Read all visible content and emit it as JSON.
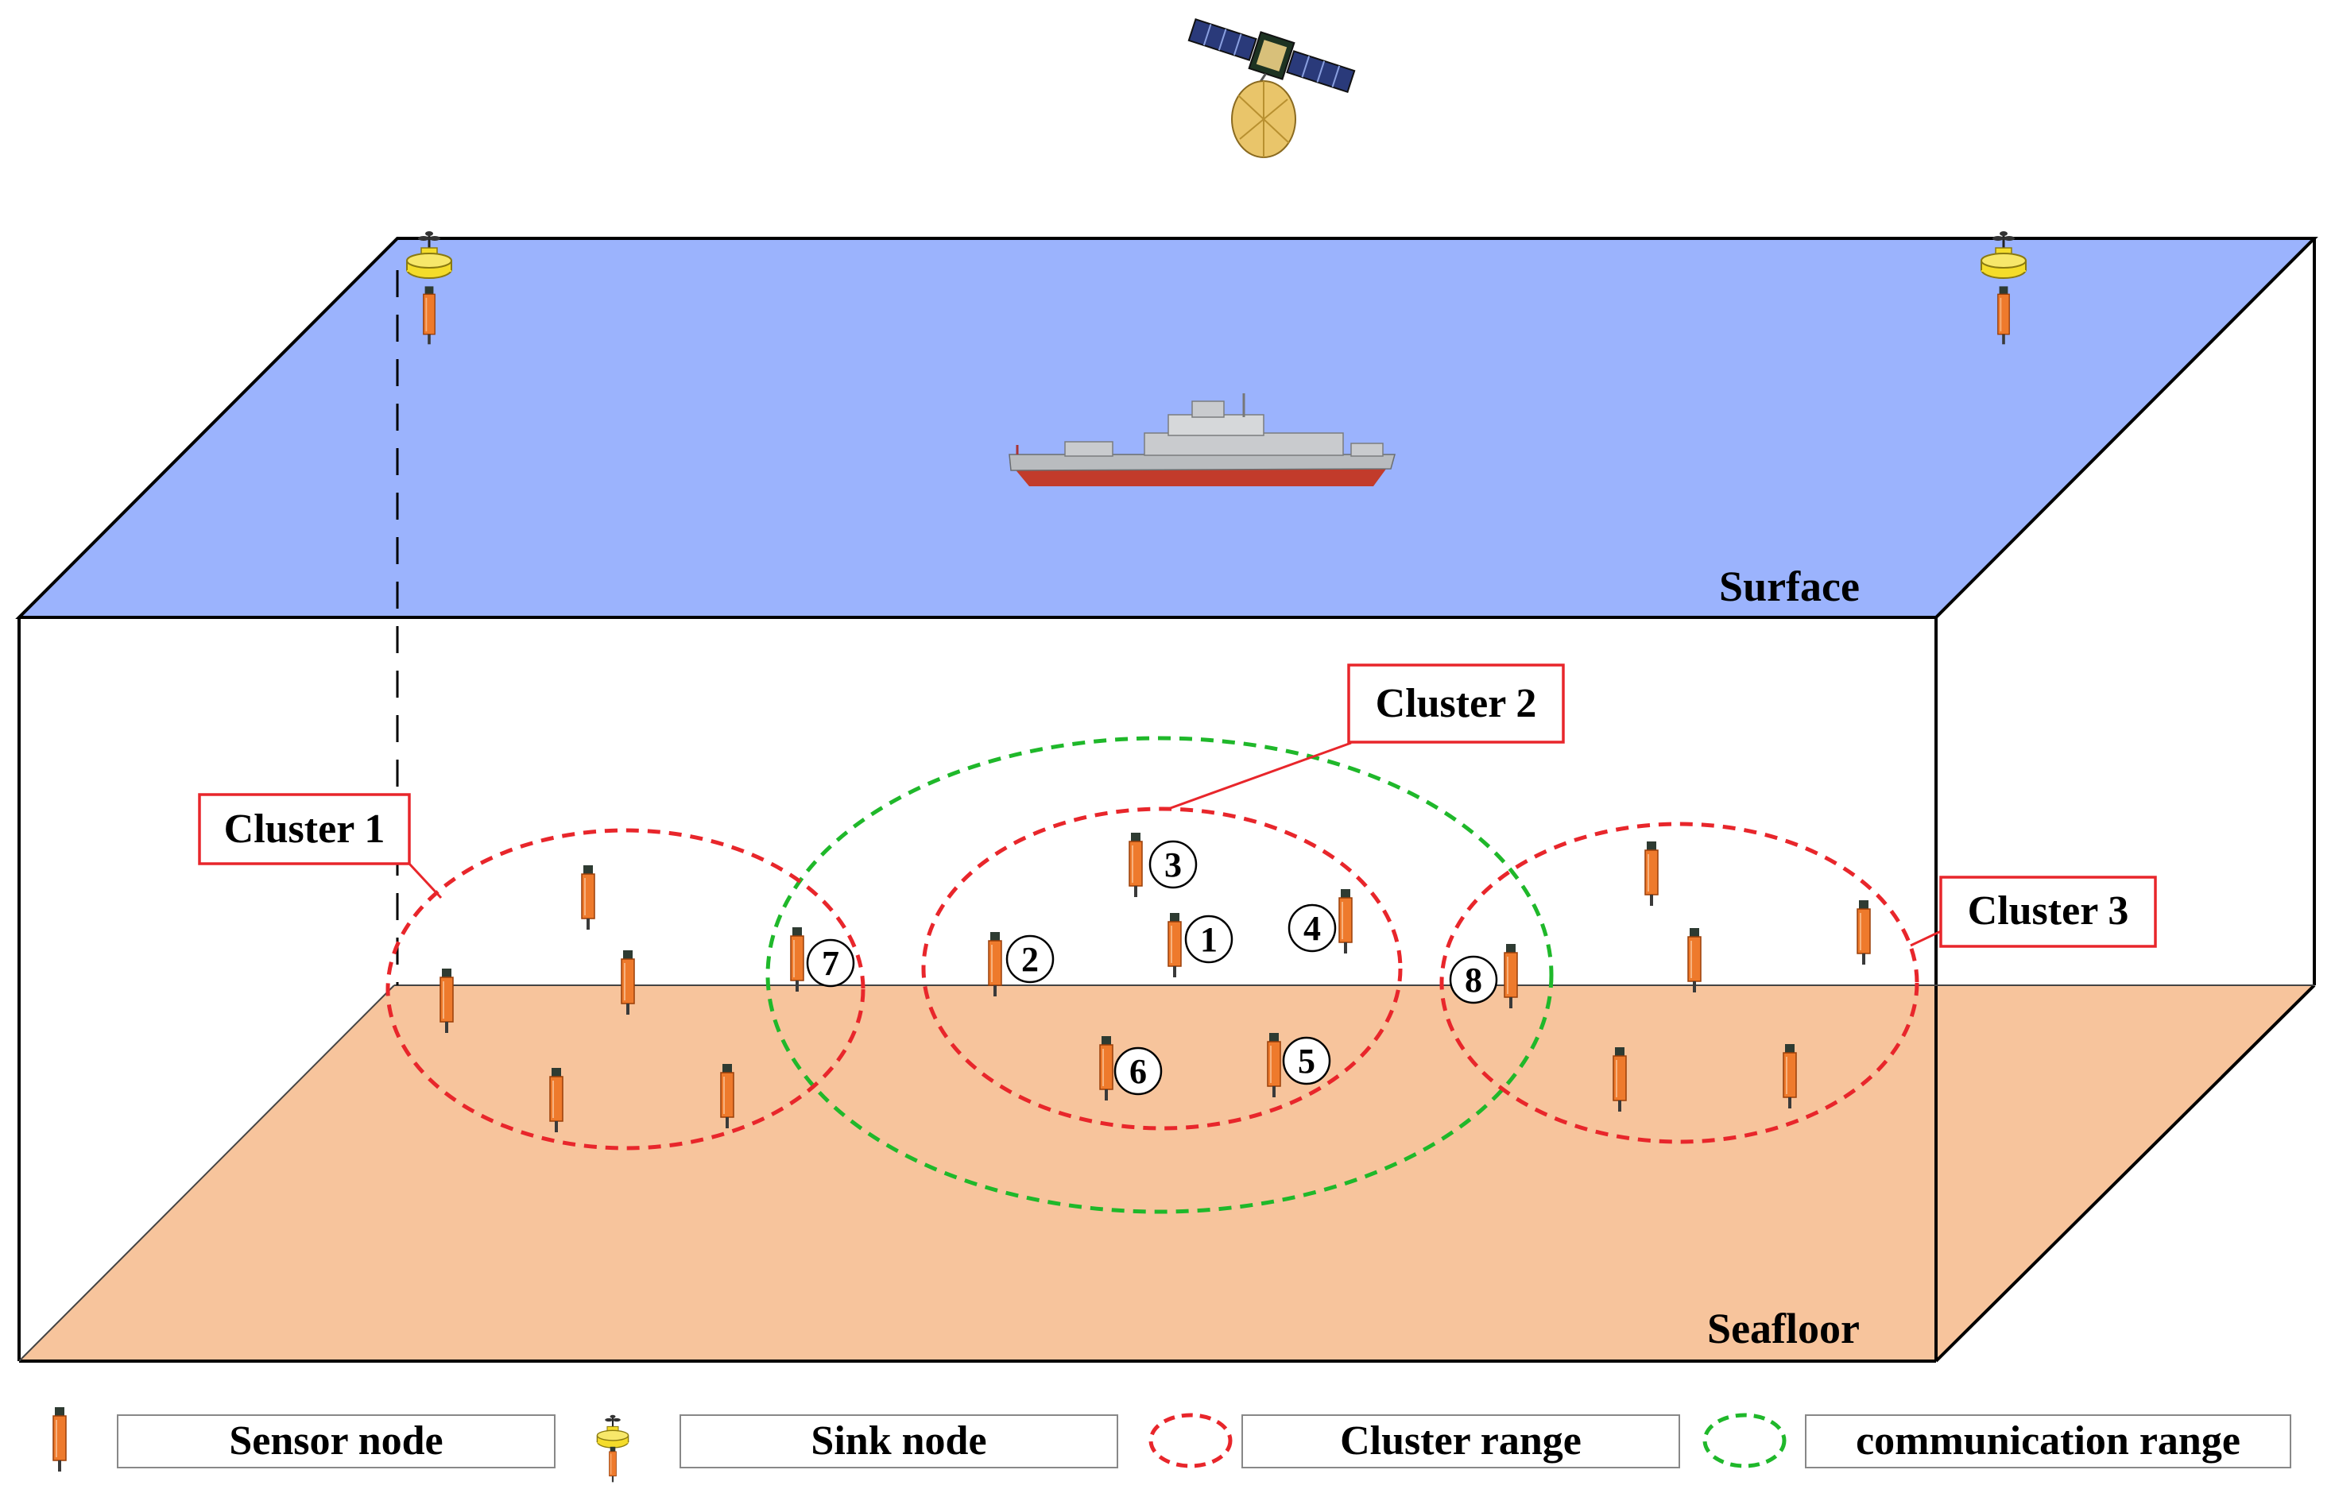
{
  "colors": {
    "surface": "#9bb3fd",
    "seafloor": "#f7c49c",
    "cluster_ring": "#e8262b",
    "communication_ring": "#1fb82a",
    "callout_border": "#e8262b",
    "sensor_body": "#ee7a2c",
    "sink_body": "#f4dc2a"
  },
  "planes": {
    "surface_label": "Surface",
    "seafloor_label": "Seafloor"
  },
  "clusters": [
    {
      "label": "Cluster 1"
    },
    {
      "label": "Cluster 2"
    },
    {
      "label": "Cluster 3"
    }
  ],
  "numbered_nodes": [
    {
      "label": "1"
    },
    {
      "label": "2"
    },
    {
      "label": "3"
    },
    {
      "label": "4"
    },
    {
      "label": "5"
    },
    {
      "label": "6"
    },
    {
      "label": "7"
    },
    {
      "label": "8"
    }
  ],
  "legend": [
    {
      "icon": "sensor-node-icon",
      "label": "Sensor node"
    },
    {
      "icon": "sink-node-icon",
      "label": "Sink node"
    },
    {
      "icon": "cluster-range-icon",
      "label": "Cluster range"
    },
    {
      "icon": "communication-range-icon",
      "label": "communication range"
    }
  ],
  "icons": [
    "satellite-icon",
    "ship-icon",
    "buoy-icon",
    "sensor-node-icon"
  ]
}
